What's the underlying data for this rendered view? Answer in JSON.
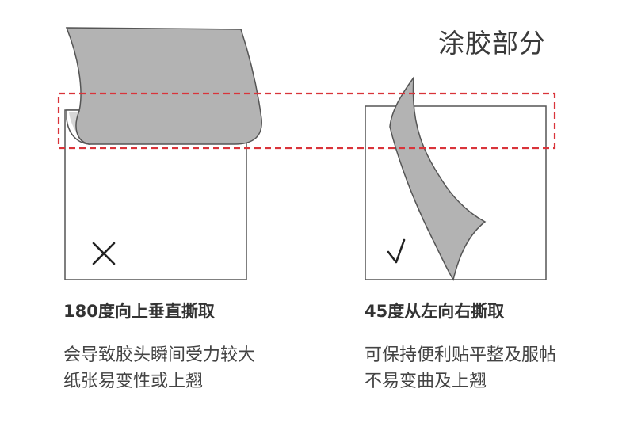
{
  "glue_area_label": "涂胶部分",
  "colors": {
    "dashed_highlight": "#d9343a",
    "sticker": "#b3b3b3",
    "outline": "#555555",
    "text": "#333333"
  },
  "left_panel": {
    "mark": "✕",
    "mark_icon": "cross-icon",
    "title": "180度向上垂直撕取",
    "description": [
      "会导致胶头瞬间受力较大",
      "纸张易变性或上翘"
    ]
  },
  "right_panel": {
    "mark": "√",
    "mark_icon": "check-icon",
    "title": "45度从左向右撕取",
    "description": [
      "可保持便利贴平整及服帖",
      "不易变曲及上翘"
    ]
  }
}
